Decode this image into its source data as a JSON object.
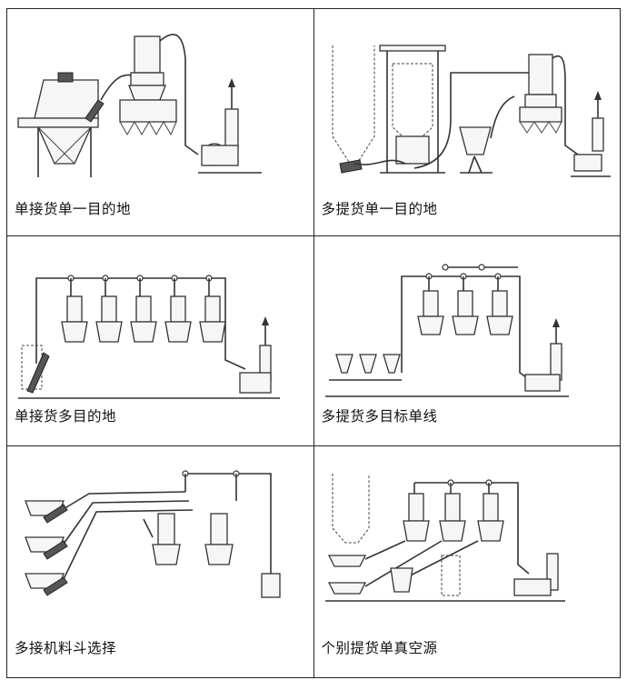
{
  "captions": [
    "单接货单一目的地",
    "多提货单一目的地",
    "单接货多目的地",
    "多提货多目标单线",
    "多接机料斗选择",
    "个别提货单真空源"
  ]
}
